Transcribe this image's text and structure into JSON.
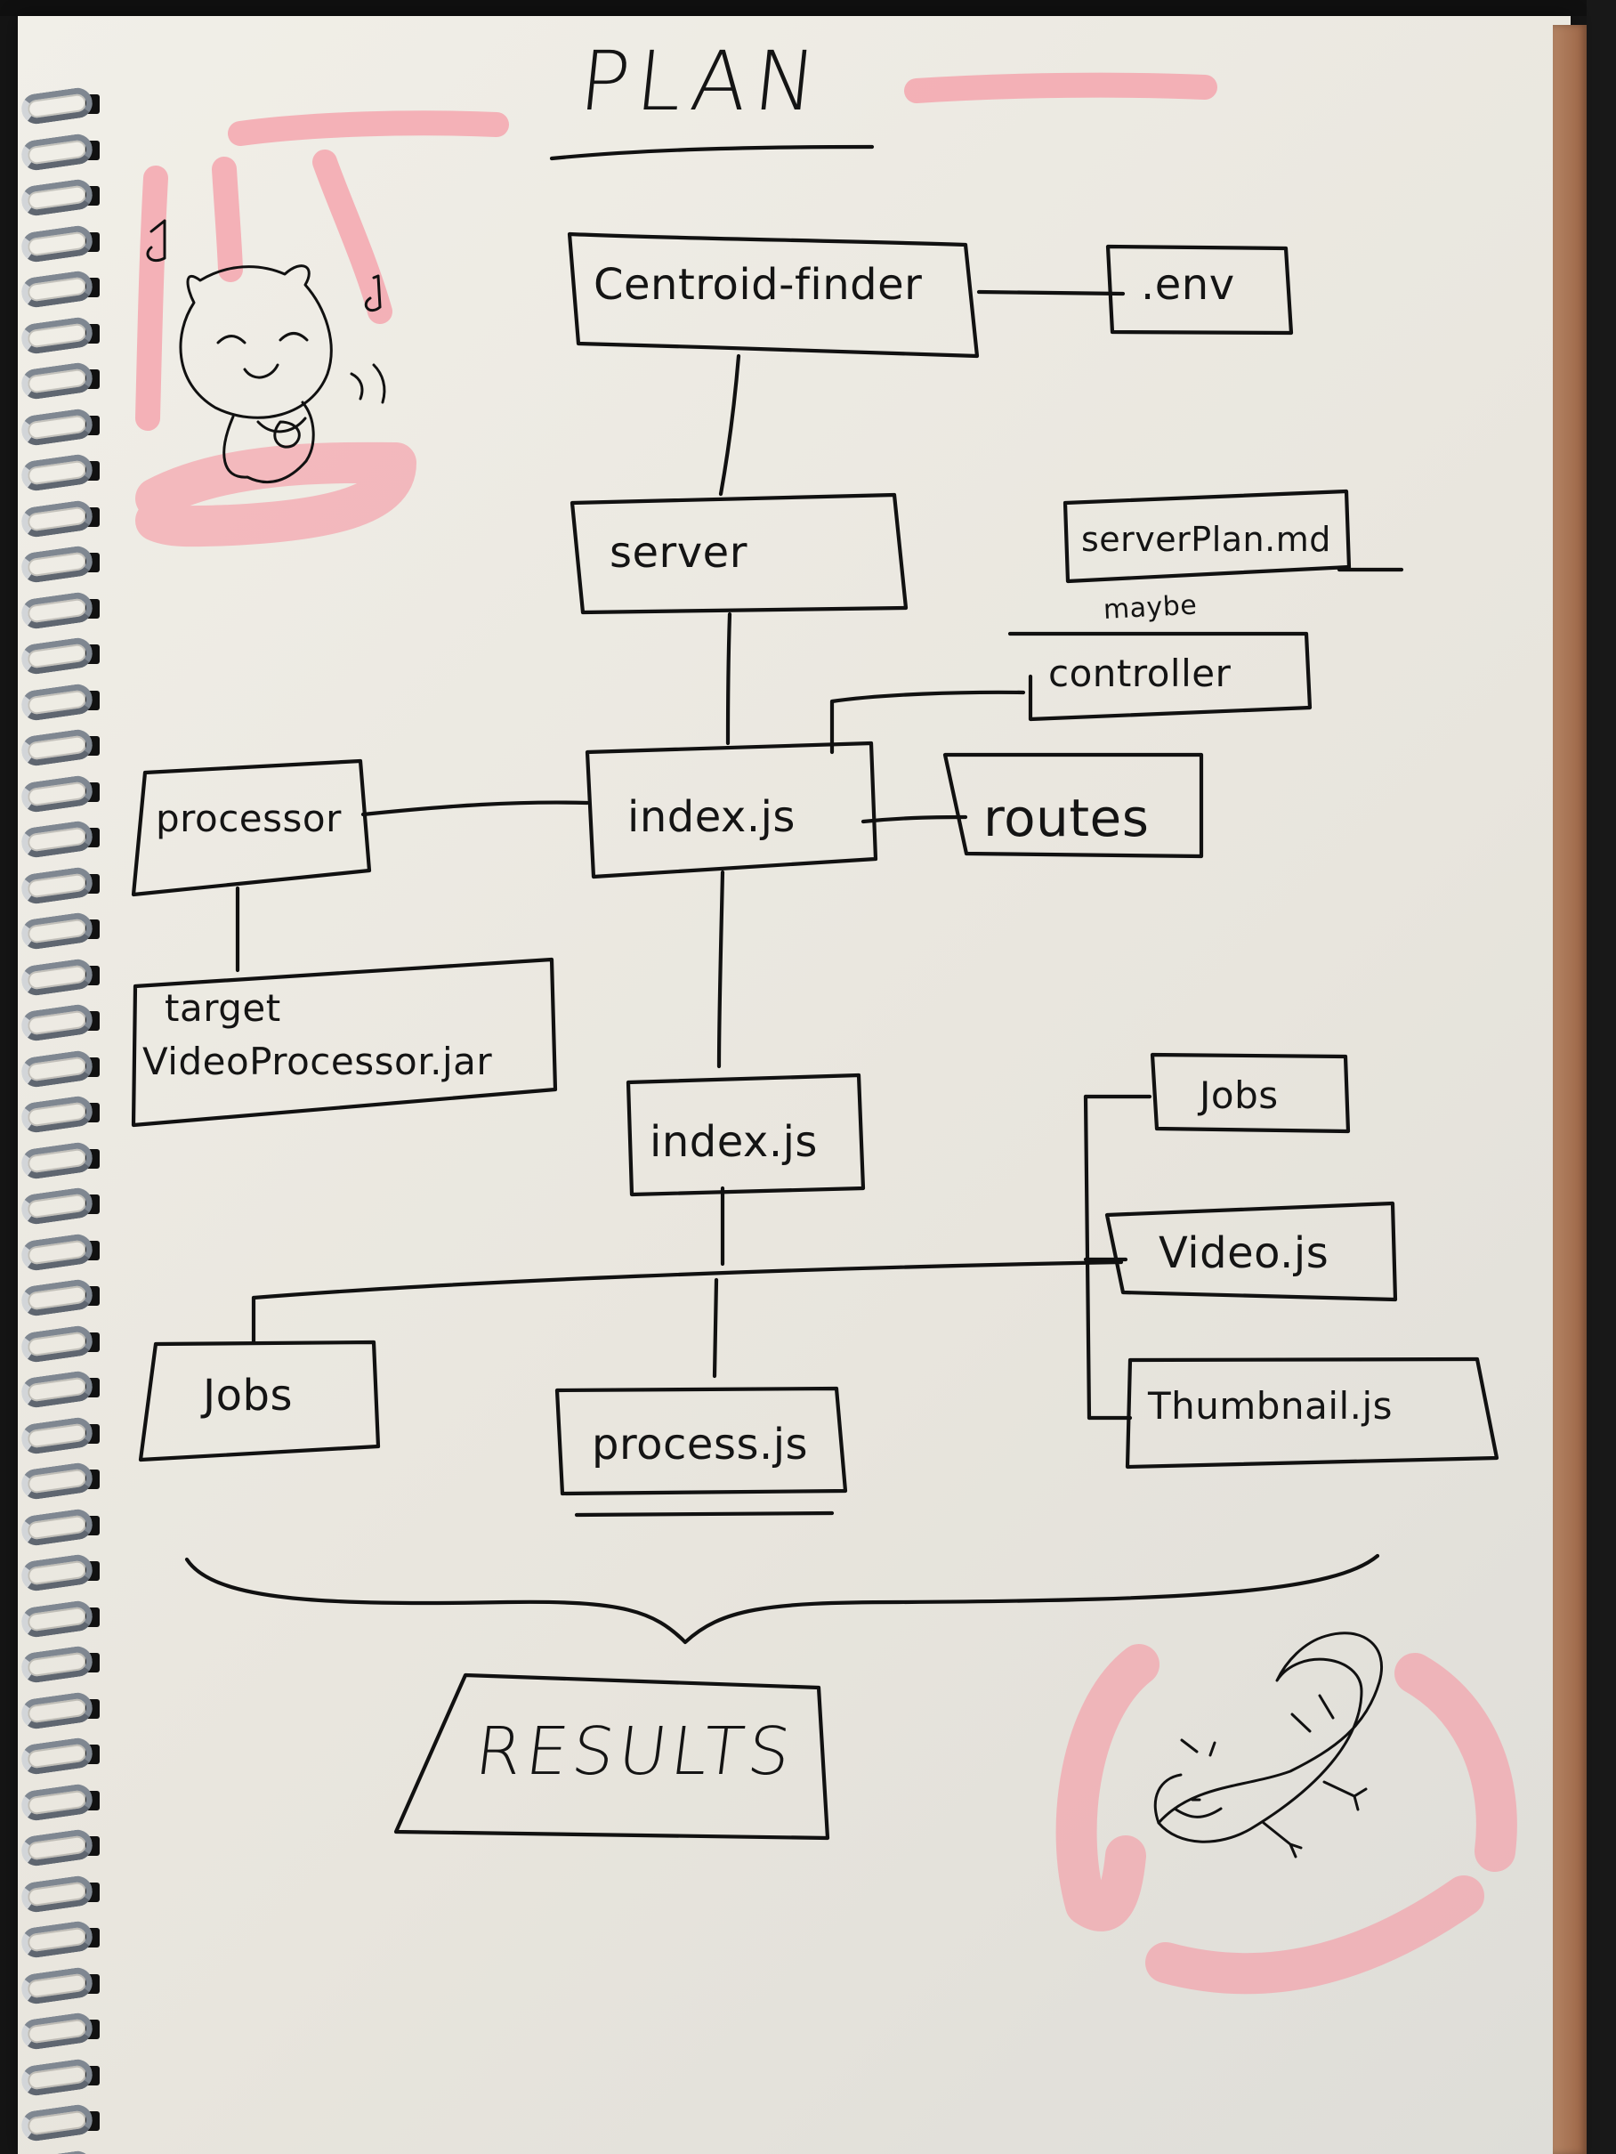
{
  "title": "PLAN",
  "nodes": {
    "centroid_finder": "Centroid-finder",
    "env": ".env",
    "server": "server",
    "server_plan": "serverPlan.md",
    "maybe_note": "maybe",
    "controller": "controller",
    "processor": "processor",
    "index_js_top": "index.js",
    "routes": "routes",
    "target": "target",
    "video_processor_jar": "VideoProcessor.jar",
    "index_js_bottom": "index.js",
    "jobs_right": "Jobs",
    "video_js": "Video.js",
    "thumbnail_js": "Thumbnail.js",
    "jobs_left": "Jobs",
    "process_js": "process.js",
    "results": "RESULTS"
  },
  "decorations": {
    "bear": "bear-doodle-icon",
    "lizard": "lizard-doodle-icon",
    "highlight_color": "#f59aa5",
    "ink_color": "#111111"
  }
}
